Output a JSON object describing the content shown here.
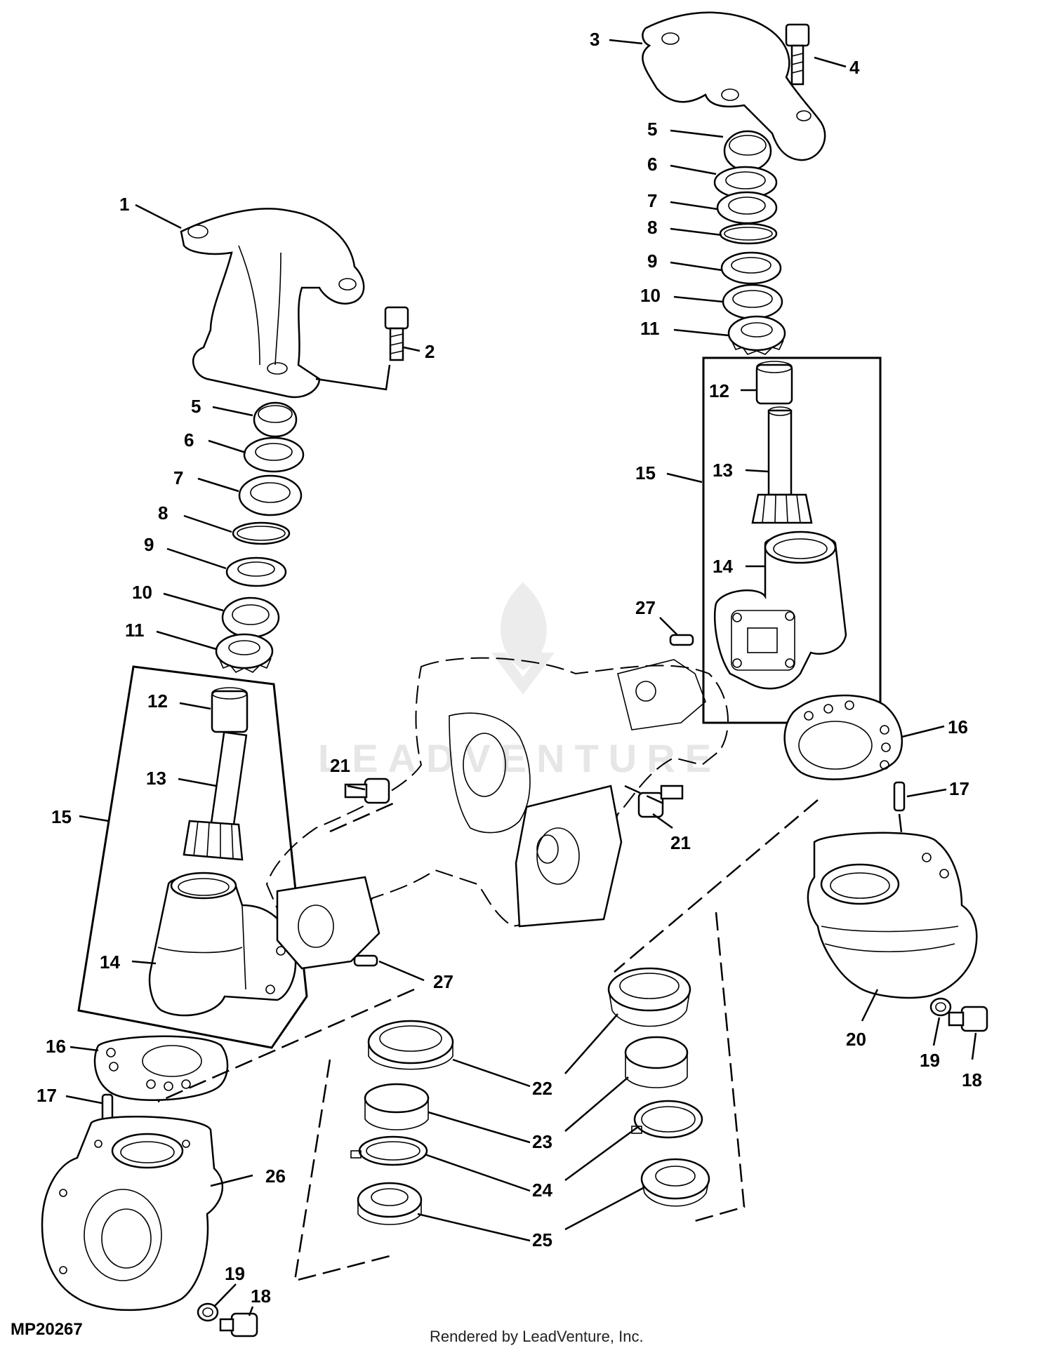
{
  "figure_id": "MP20267",
  "footer": "Rendered by LeadVenture, Inc.",
  "watermark": "LEADVENTURE",
  "callouts": [
    "1",
    "2",
    "3",
    "4",
    "5",
    "6",
    "7",
    "8",
    "9",
    "10",
    "11",
    "12",
    "13",
    "14",
    "15",
    "16",
    "17",
    "18",
    "19",
    "20",
    "21",
    "22",
    "23",
    "24",
    "25",
    "26",
    "27"
  ]
}
